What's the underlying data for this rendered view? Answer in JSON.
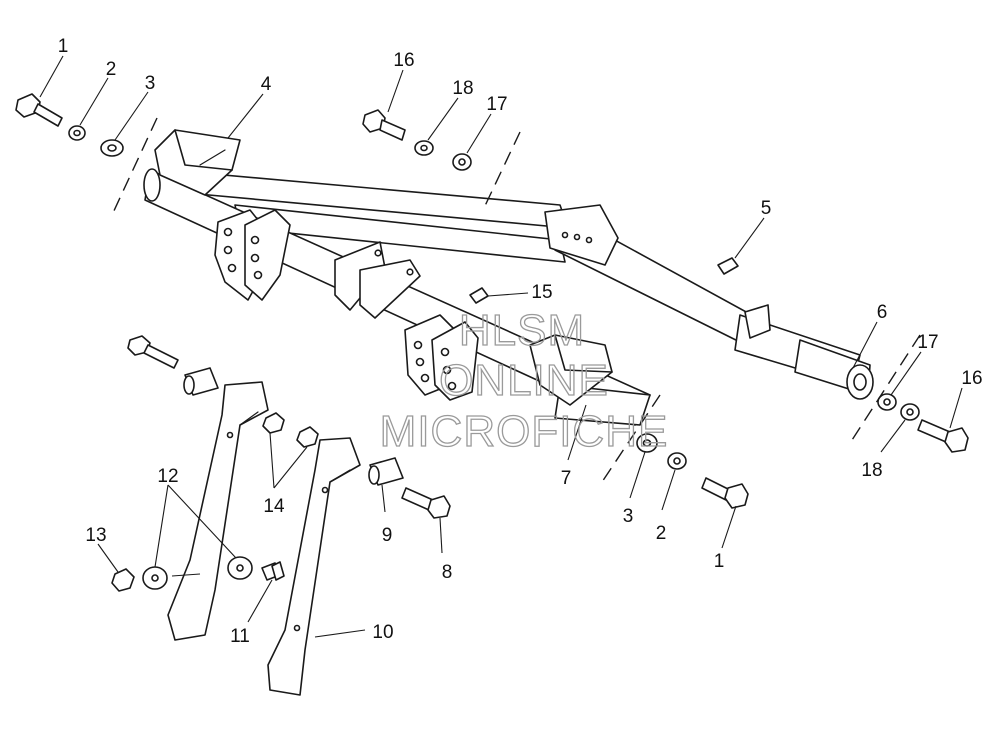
{
  "diagram": {
    "labels": [
      "1",
      "2",
      "3",
      "4",
      "16",
      "18",
      "17",
      "5",
      "15",
      "6",
      "17",
      "16",
      "18",
      "7",
      "3",
      "2",
      "1",
      "12",
      "13",
      "14",
      "9",
      "8",
      "11",
      "10"
    ]
  },
  "watermark": {
    "line1": "HLSM",
    "line2": "ONLINE",
    "line3": "MICROFICHE"
  }
}
